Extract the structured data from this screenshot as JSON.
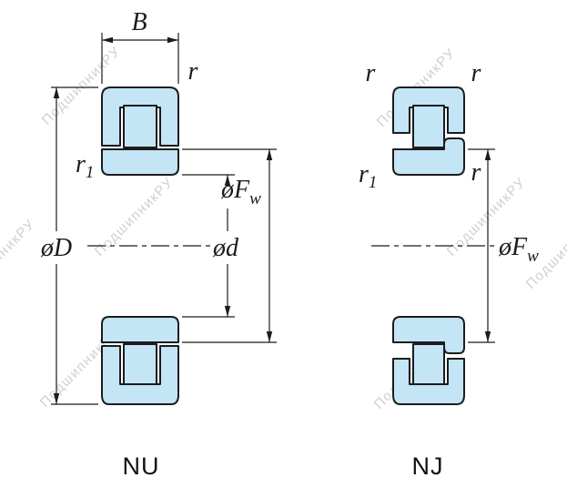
{
  "watermark": "ПодшипникРУ",
  "colors": {
    "ring": "#c3e5f6",
    "roller": "#ffffff",
    "line": "#1c1c1c",
    "watermark": "#c8c8c8"
  },
  "nu": {
    "type_label": "NU",
    "width": "B",
    "outer_corner_radius": "r",
    "inner_corner_radius_base": "r",
    "inner_corner_radius_sub": "1",
    "outer_diameter": "øD",
    "bore_diameter": "ød",
    "raceway_diameter_base": "øF",
    "raceway_diameter_sub": "w"
  },
  "nj": {
    "type_label": "NJ",
    "outer_corner_radius_left": "r",
    "outer_corner_radius_right": "r",
    "inner_corner_radius_base": "r",
    "inner_corner_radius_sub": "1",
    "flange_corner_radius": "r",
    "raceway_diameter_base": "øF",
    "raceway_diameter_sub": "w"
  }
}
